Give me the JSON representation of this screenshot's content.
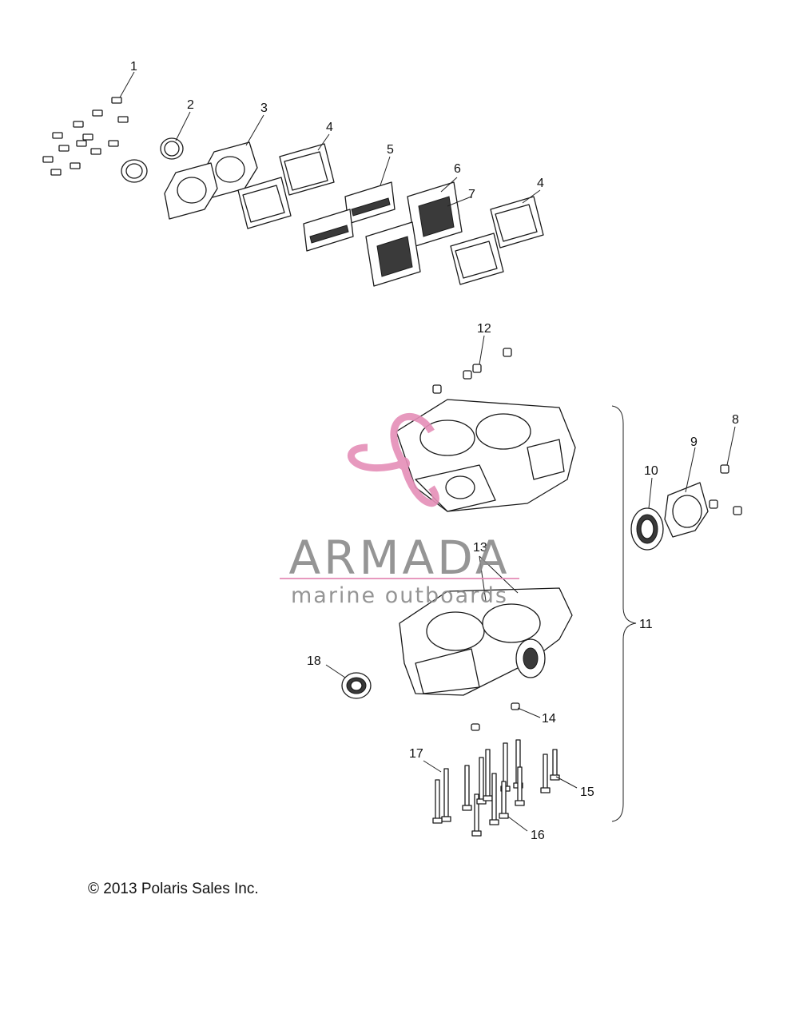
{
  "callouts": [
    "1",
    "2",
    "3",
    "4",
    "5",
    "6",
    "7",
    "4",
    "12",
    "8",
    "9",
    "10",
    "13",
    "11",
    "18",
    "14",
    "17",
    "15",
    "16"
  ],
  "watermark": {
    "brand": "ARMADA",
    "tagline": "marine outboards",
    "brand_color": "#8a8a8a",
    "accent_color": "#e58fb8"
  },
  "copyright": "© 2013 Polaris Sales Inc."
}
